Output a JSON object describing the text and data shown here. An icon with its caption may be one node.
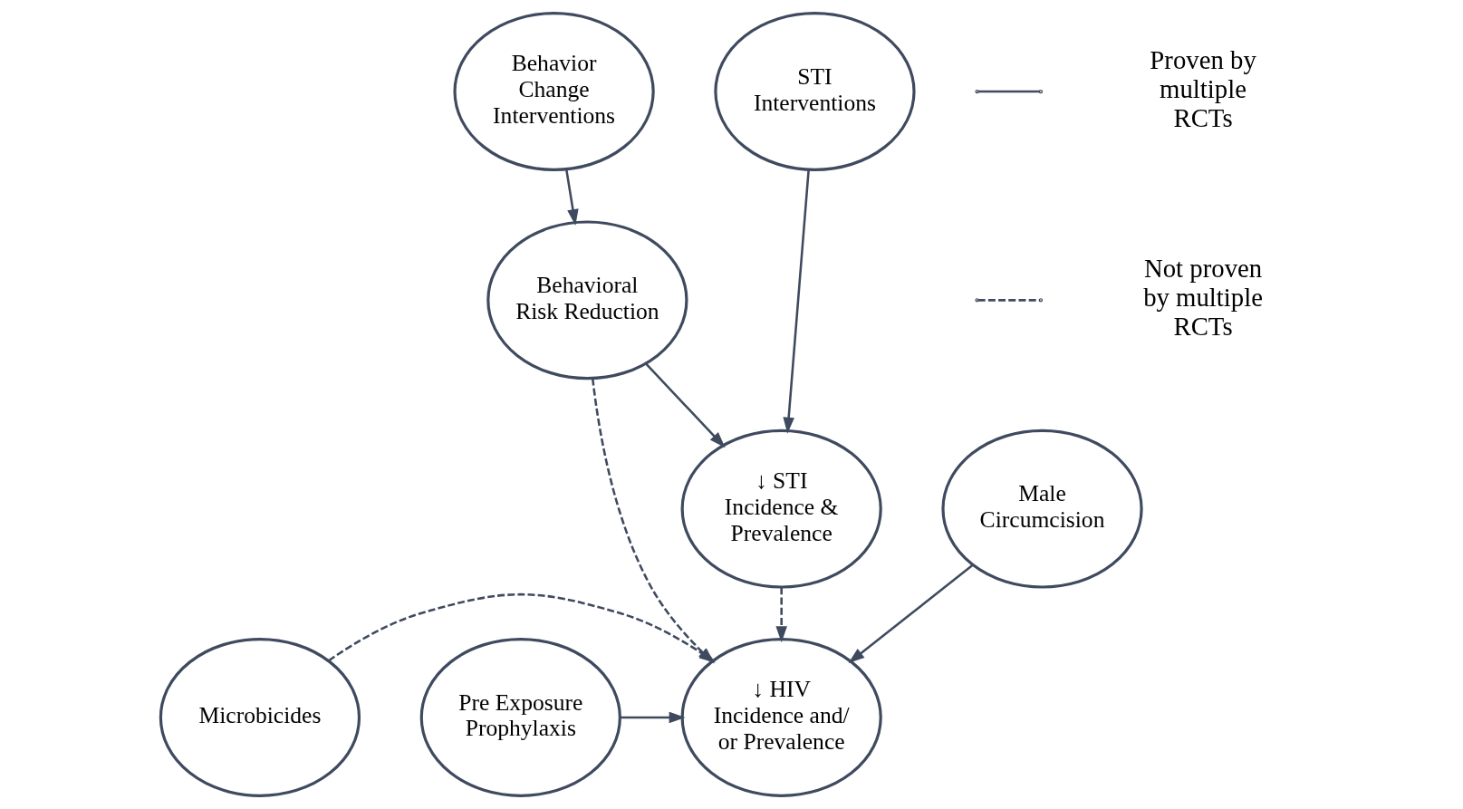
{
  "diagram": {
    "nodes": [
      {
        "text": [
          "Behavior Change Interventions"
        ]
      },
      {
        "text": [
          "STI Interventions"
        ]
      },
      {
        "text": [
          "Behavioral Risk Reduction"
        ]
      },
      {
        "text": [
          "Male Circumcision"
        ]
      },
      {
        "text": [
          "↓ STI Incidence & Prevalence"
        ]
      },
      {
        "text": [
          "Microbicides"
        ]
      },
      {
        "text": [
          "↓ HIV Incidence and/ or Prevalence"
        ]
      },
      {
        "text": [
          "Pre Exposure Prophylaxis"
        ]
      }
    ],
    "edges": [
      {
        "from": 0,
        "to": 2,
        "arrow": "to"
      },
      {
        "from": 1,
        "to": 4,
        "arrow": "to"
      },
      {
        "from": 2,
        "to": 4,
        "arrow": "to"
      },
      {
        "from": 2,
        "to": 6,
        "arrow": "to",
        "style": "dashed"
      },
      {
        "from": 3,
        "to": 6,
        "arrow": "to"
      },
      {
        "from": 4,
        "to": 6,
        "arrow": "to",
        "style": "dashed"
      },
      {
        "from": 5,
        "to": 6,
        "arrow": "to",
        "style": "dashed"
      },
      {
        "from": 7,
        "to": 6,
        "arrow": "to"
      }
    ],
    "legend": [
      {
        "text": "Proven by multiple RCTs"
      },
      {
        "text": "Not proven by multiple RCTs"
      }
    ]
  }
}
